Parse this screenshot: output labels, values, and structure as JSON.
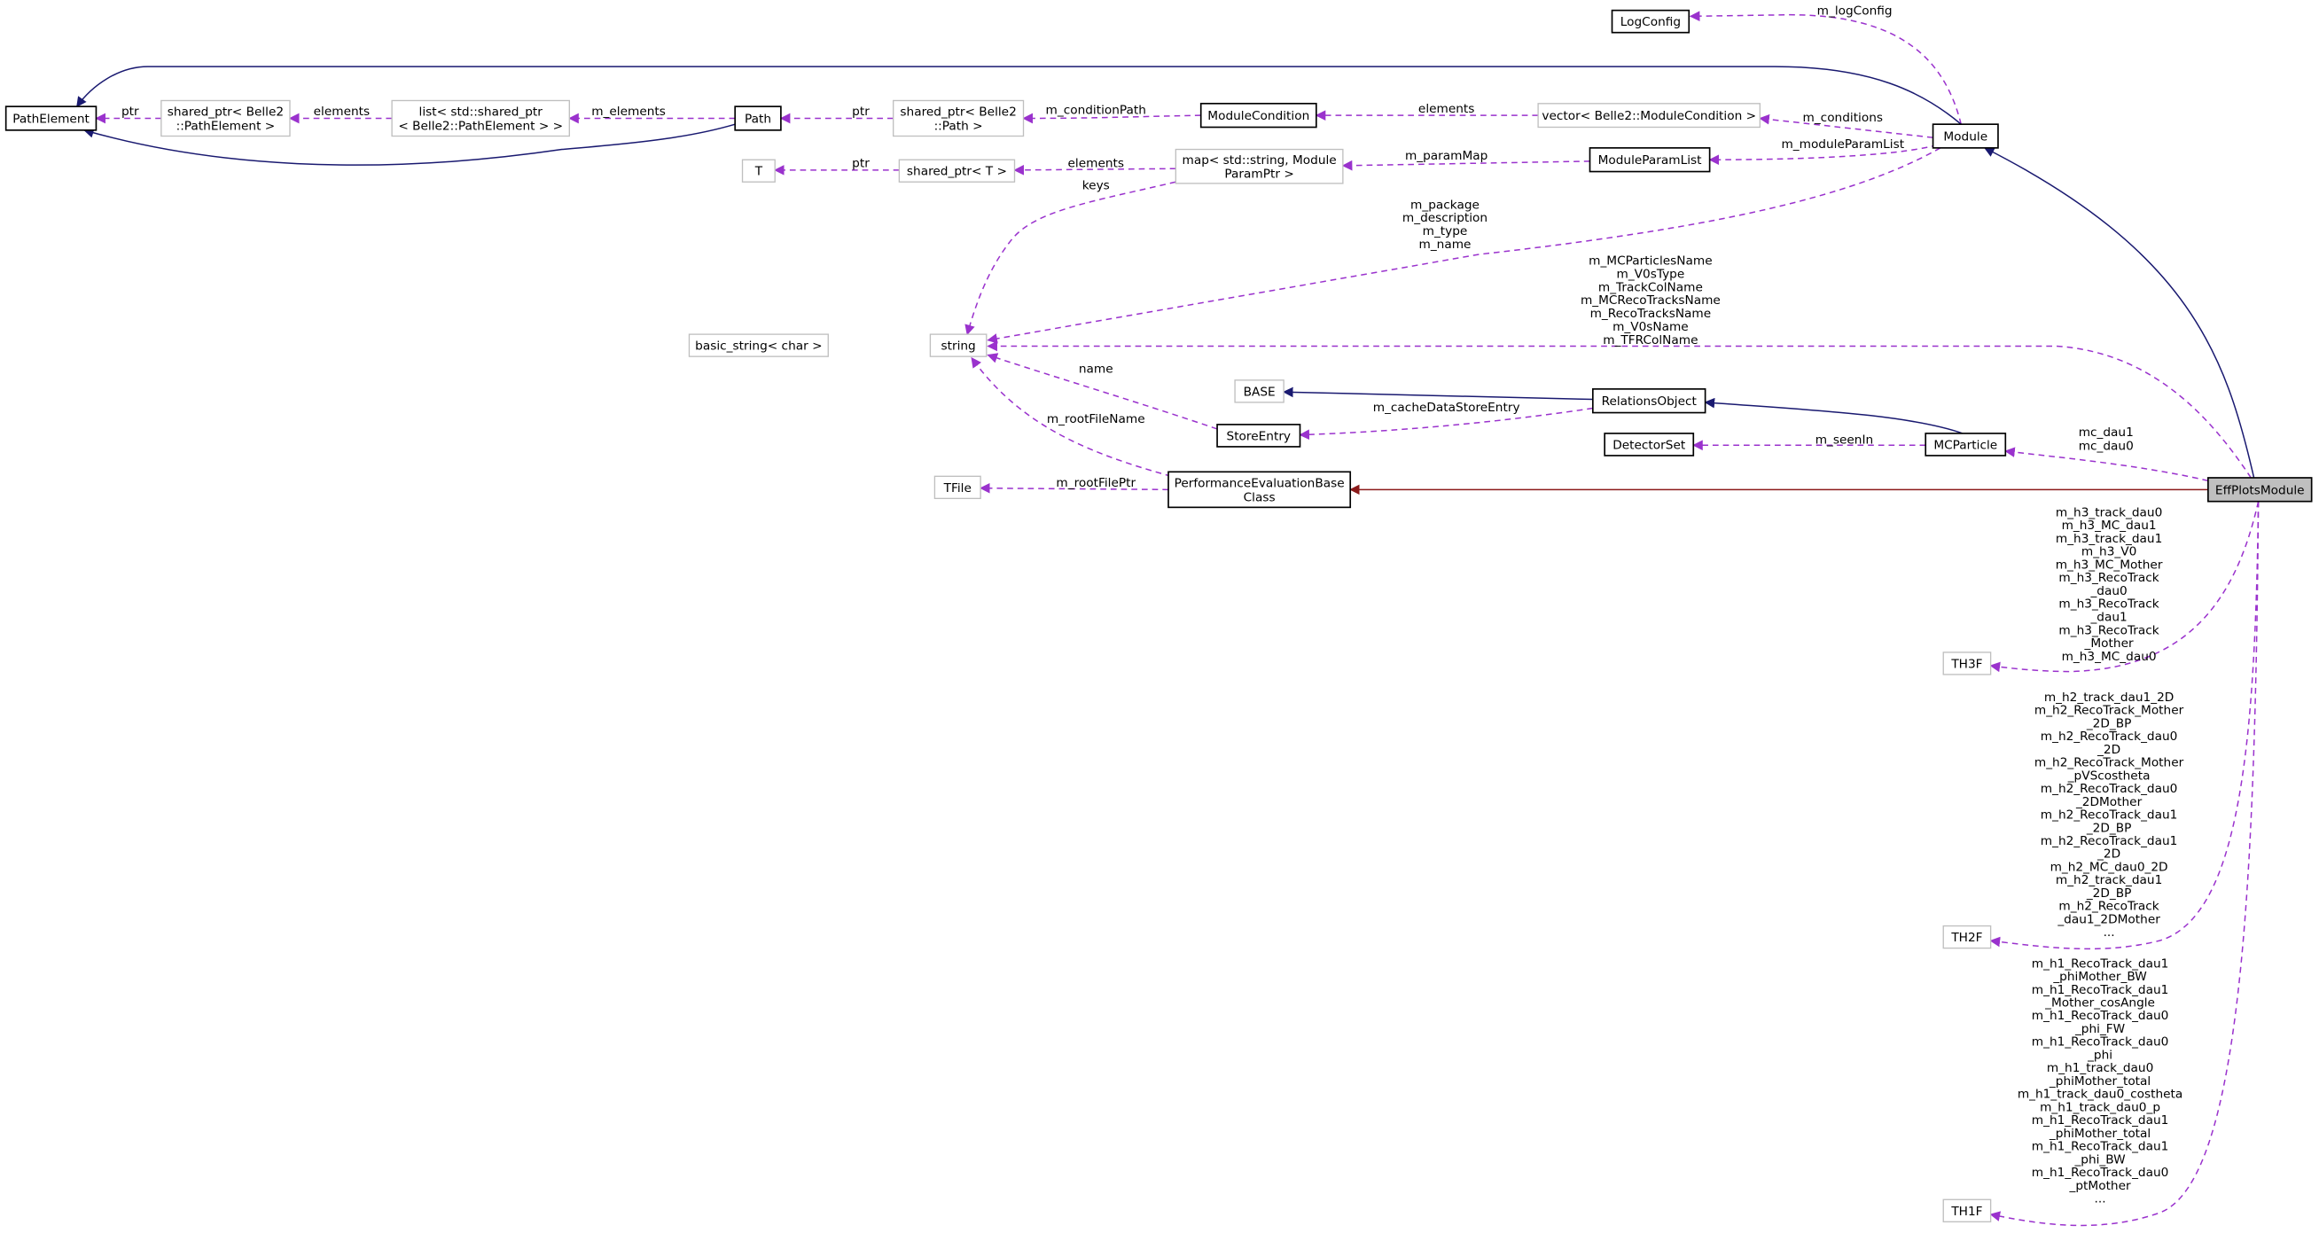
{
  "colors": {
    "usage": "#9a32cd",
    "inheritance": "#191970",
    "private_inheritance": "#8b1a1a",
    "focus_fill": "#bfbfbf"
  },
  "nodes": {
    "path_element": [
      "PathElement"
    ],
    "sp_path_element": [
      "shared_ptr< Belle2",
      "::PathElement >"
    ],
    "list_path_element": [
      "list< std::shared_ptr",
      "< Belle2::PathElement > >"
    ],
    "path": [
      "Path"
    ],
    "sp_path": [
      "shared_ptr< Belle2",
      "::Path >"
    ],
    "module_condition": [
      "ModuleCondition"
    ],
    "vector_module_condition": [
      "vector< Belle2::ModuleCondition >"
    ],
    "log_config": [
      "LogConfig"
    ],
    "module": [
      "Module"
    ],
    "module_param_list": [
      "ModuleParamList"
    ],
    "map_param": [
      "map< std::string, Module",
      "ParamPtr >"
    ],
    "t": [
      "T"
    ],
    "sp_t": [
      "shared_ptr< T >"
    ],
    "basic_string": [
      "basic_string< char >"
    ],
    "string": [
      "string"
    ],
    "base": [
      "BASE"
    ],
    "relations_object": [
      "RelationsObject"
    ],
    "store_entry": [
      "StoreEntry"
    ],
    "detector_set": [
      "DetectorSet"
    ],
    "mc_particle": [
      "MCParticle"
    ],
    "tfile": [
      "TFile"
    ],
    "perf_eval": [
      "PerformanceEvaluationBase",
      "Class"
    ],
    "eff_plots_module": [
      "EffPlotsModule"
    ],
    "th3f": [
      "TH3F"
    ],
    "th2f": [
      "TH2F"
    ],
    "th1f": [
      "TH1F"
    ]
  },
  "edge_labels": {
    "log_config": [
      "m_logConfig"
    ],
    "conditions_elements": [
      "elements"
    ],
    "conditions": [
      "m_conditions"
    ],
    "module_param_list": [
      "m_moduleParamList"
    ],
    "param_map": [
      "m_paramMap"
    ],
    "condition_path": [
      "m_conditionPath"
    ],
    "path_ptr": [
      "ptr"
    ],
    "m_elements": [
      "m_elements"
    ],
    "list_elements": [
      "elements"
    ],
    "path_element_ptr": [
      "ptr"
    ],
    "t_ptr": [
      "ptr"
    ],
    "map_elements": [
      "elements"
    ],
    "keys": [
      "keys"
    ],
    "module_strings": [
      "m_package",
      "m_description",
      "m_type",
      "m_name"
    ],
    "eff_strings": [
      "m_MCParticlesName",
      "m_V0sType",
      "m_TrackColName",
      "m_MCRecoTracksName",
      "m_RecoTracksName",
      "m_V0sName",
      "m_TFRColName"
    ],
    "name": [
      "name"
    ],
    "root_file_name": [
      "m_rootFileName"
    ],
    "cache_data_store_entry": [
      "m_cacheDataStoreEntry"
    ],
    "seen_in": [
      "m_seenIn"
    ],
    "mc_dau": [
      "mc_dau1",
      "mc_dau0"
    ],
    "root_file_ptr": [
      "m_rootFilePtr"
    ],
    "th3f": [
      "m_h3_track_dau0",
      "m_h3_MC_dau1",
      "m_h3_track_dau1",
      "m_h3_V0",
      "m_h3_MC_Mother",
      "m_h3_RecoTrack",
      "_dau0",
      "m_h3_RecoTrack",
      "_dau1",
      "m_h3_RecoTrack",
      "_Mother",
      "m_h3_MC_dau0"
    ],
    "th2f": [
      "m_h2_track_dau1_2D",
      "m_h2_RecoTrack_Mother",
      "_2D_BP",
      "m_h2_RecoTrack_dau0",
      "_2D",
      "m_h2_RecoTrack_Mother",
      "_pVScostheta",
      "m_h2_RecoTrack_dau0",
      "_2DMother",
      "m_h2_RecoTrack_dau1",
      "_2D_BP",
      "m_h2_RecoTrack_dau1",
      "_2D",
      "m_h2_MC_dau0_2D",
      "m_h2_track_dau1",
      "_2D_BP",
      "m_h2_RecoTrack",
      "_dau1_2DMother",
      "..."
    ],
    "th1f": [
      "m_h1_RecoTrack_dau1",
      "_phiMother_BW",
      "m_h1_RecoTrack_dau1",
      "_Mother_cosAngle",
      "m_h1_RecoTrack_dau0",
      "_phi_FW",
      "m_h1_RecoTrack_dau0",
      "_phi",
      "m_h1_track_dau0",
      "_phiMother_total",
      "m_h1_track_dau0_costheta",
      "m_h1_track_dau0_p",
      "m_h1_RecoTrack_dau1",
      "_phiMother_total",
      "m_h1_RecoTrack_dau1",
      "_phi_BW",
      "m_h1_RecoTrack_dau0",
      "_ptMother",
      "..."
    ]
  }
}
